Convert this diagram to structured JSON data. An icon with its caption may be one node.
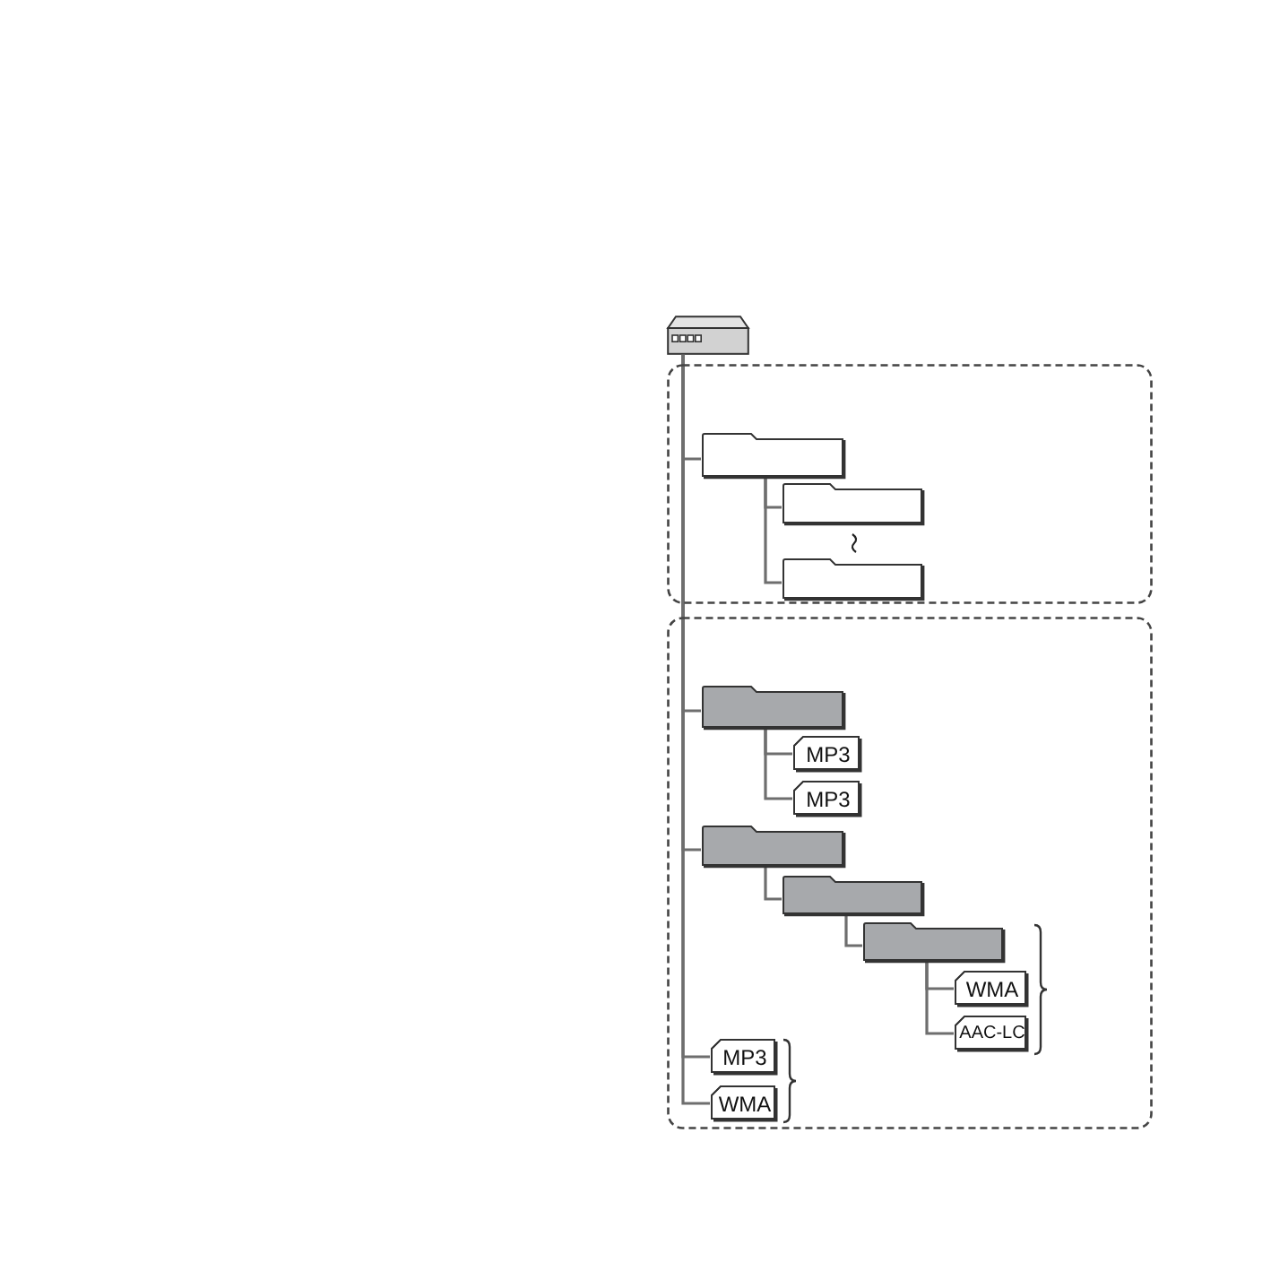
{
  "diagram": {
    "nodes": [
      {
        "text": [],
        "shape": "picture"
      },
      {
        "text": [],
        "shape": "box"
      },
      {
        "text": [],
        "shape": "folder",
        "in": 1
      },
      {
        "text": [],
        "shape": "folder",
        "in": 1
      },
      {
        "text": [],
        "shape": "folder",
        "in": 1
      },
      {
        "text": [],
        "shape": "box"
      },
      {
        "text": [],
        "shape": "folder",
        "in": 5
      },
      {
        "text": [
          "MP3"
        ],
        "in": 5
      },
      {
        "text": [
          "MP3"
        ],
        "in": 5
      },
      {
        "text": [],
        "shape": "folder",
        "in": 5
      },
      {
        "text": [],
        "shape": "folder",
        "in": 5
      },
      {
        "text": [],
        "shape": "folder",
        "in": 5
      },
      {
        "text": [
          "WMA"
        ],
        "in": 5
      },
      {
        "text": [
          "AAC-LC"
        ],
        "in": 5
      },
      {
        "text": [
          "MP3"
        ],
        "in": 5
      },
      {
        "text": [
          "WMA"
        ],
        "in": 5
      }
    ],
    "edges": [
      {
        "from": 0,
        "to": 2,
        "arrow": "none"
      },
      {
        "from": 0,
        "to": 6,
        "arrow": "none"
      },
      {
        "from": 0,
        "to": 9,
        "arrow": "none"
      },
      {
        "from": 0,
        "to": 14,
        "arrow": "none"
      },
      {
        "from": 0,
        "to": 15,
        "arrow": "none"
      },
      {
        "from": 2,
        "to": 3,
        "arrow": "none"
      },
      {
        "from": 2,
        "to": 4,
        "arrow": "none"
      },
      {
        "from": 6,
        "to": 7,
        "arrow": "none"
      },
      {
        "from": 6,
        "to": 8,
        "arrow": "none"
      },
      {
        "from": 9,
        "to": 10,
        "arrow": "none"
      },
      {
        "from": 10,
        "to": 11,
        "arrow": "none"
      },
      {
        "from": 11,
        "to": 12,
        "arrow": "none"
      },
      {
        "from": 11,
        "to": 13,
        "arrow": "none"
      }
    ]
  }
}
